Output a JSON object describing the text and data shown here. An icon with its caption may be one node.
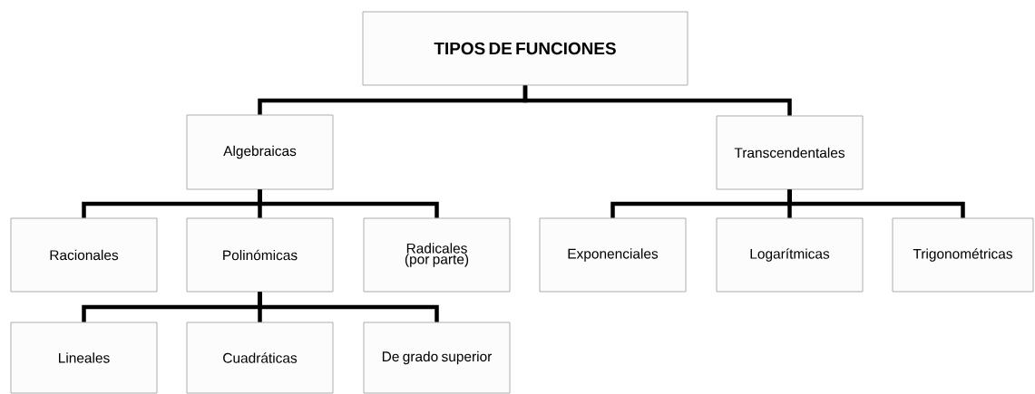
{
  "diagram": {
    "nodes": [
      {
        "text": [
          "TIPOS DE FUNCIONES"
        ]
      },
      {
        "text": [
          "Algebraicas"
        ]
      },
      {
        "text": [
          "Transcendentales"
        ]
      },
      {
        "text": [
          "Racionales"
        ]
      },
      {
        "text": [
          "Polinómicas"
        ]
      },
      {
        "text": [
          "Radicales (por parte)"
        ]
      },
      {
        "text": [
          "Exponenciales"
        ]
      },
      {
        "text": [
          "Logarítmicas"
        ]
      },
      {
        "text": [
          "Trigonométricas"
        ]
      },
      {
        "text": [
          "Lineales"
        ]
      },
      {
        "text": [
          "Cuadráticas"
        ]
      },
      {
        "text": [
          "De grado superior"
        ]
      }
    ],
    "edges": [
      {
        "from": 0,
        "to": 1,
        "arrow": "none"
      },
      {
        "from": 0,
        "to": 2,
        "arrow": "none"
      },
      {
        "from": 1,
        "to": 3,
        "arrow": "none"
      },
      {
        "from": 1,
        "to": 4,
        "arrow": "none"
      },
      {
        "from": 1,
        "to": 5,
        "arrow": "none"
      },
      {
        "from": 2,
        "to": 6,
        "arrow": "none"
      },
      {
        "from": 2,
        "to": 7,
        "arrow": "none"
      },
      {
        "from": 2,
        "to": 8,
        "arrow": "none"
      },
      {
        "from": 4,
        "to": 9,
        "arrow": "none"
      },
      {
        "from": 4,
        "to": 10,
        "arrow": "none"
      },
      {
        "from": 4,
        "to": 11,
        "arrow": "none"
      }
    ]
  }
}
